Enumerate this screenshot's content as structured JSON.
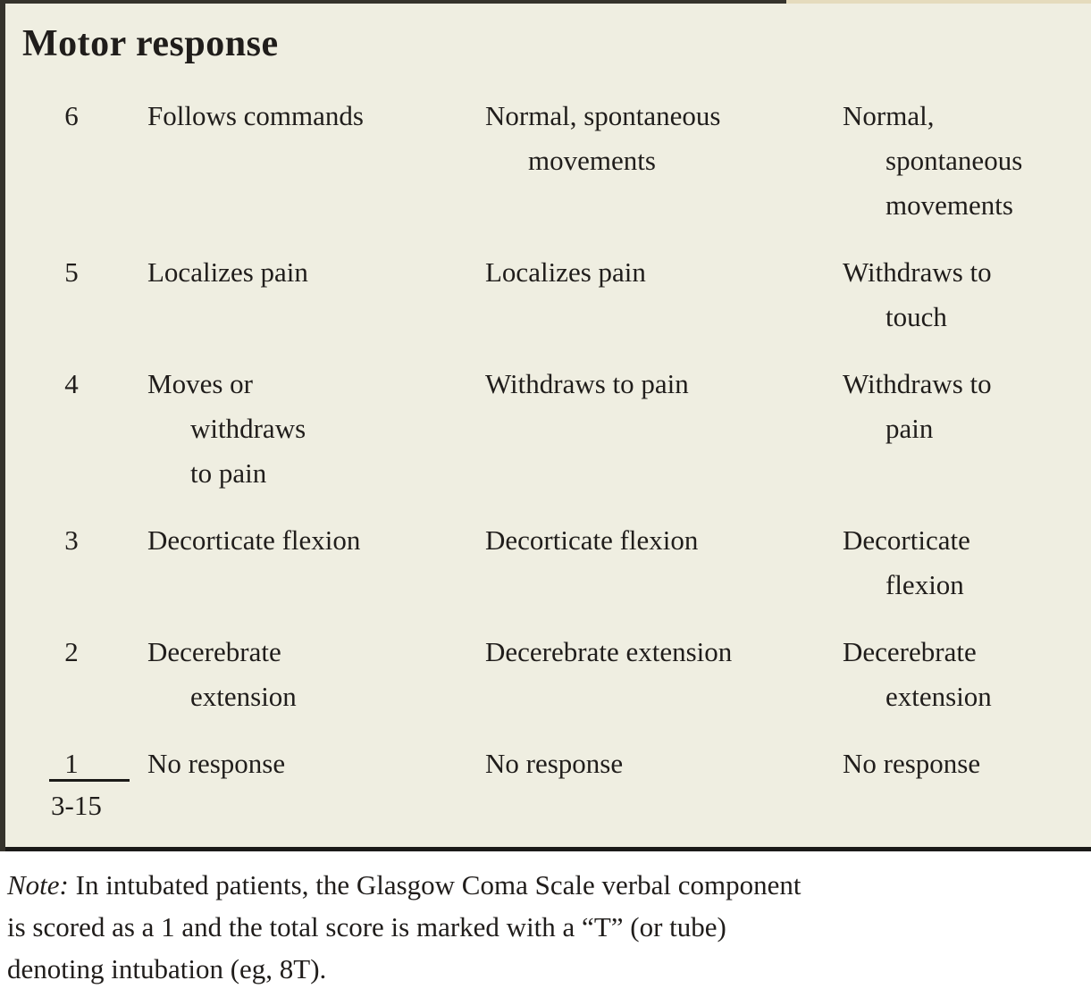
{
  "table": {
    "section_title": "Motor response",
    "rows": [
      {
        "score": "6",
        "col2": [
          "Follows commands"
        ],
        "col3": [
          "Normal, spontaneous",
          "movements"
        ],
        "col4": [
          "Normal,",
          "spontaneous",
          "movements"
        ]
      },
      {
        "score": "5",
        "col2": [
          "Localizes pain"
        ],
        "col3": [
          "Localizes pain"
        ],
        "col4": [
          "Withdraws to",
          "touch"
        ]
      },
      {
        "score": "4",
        "col2": [
          "Moves or",
          "withdraws",
          "to pain"
        ],
        "col3": [
          "Withdraws to pain"
        ],
        "col4": [
          "Withdraws to",
          "pain"
        ]
      },
      {
        "score": "3",
        "col2": [
          "Decorticate flexion"
        ],
        "col3": [
          "Decorticate flexion"
        ],
        "col4": [
          "Decorticate",
          "flexion"
        ]
      },
      {
        "score": "2",
        "col2": [
          "Decerebrate",
          "extension"
        ],
        "col3": [
          "Decerebrate extension"
        ],
        "col4": [
          "Decerebrate",
          "extension"
        ]
      },
      {
        "score": "1",
        "col2": [
          "No response"
        ],
        "col3": [
          "No response"
        ],
        "col4": [
          "No response"
        ]
      }
    ],
    "total_score_range": "3-15"
  },
  "note": {
    "label": "Note:",
    "line1": "In intubated patients, the Glasgow Coma Scale verbal component",
    "line2": "is scored as a 1 and the total score is marked with a “T” (or tube)",
    "line3": "denoting intubation (eg, 8T)."
  },
  "colors": {
    "table_background": "#efeee1",
    "note_background": "#ffffff",
    "text": "#201d1b",
    "rule": "#1b1a18",
    "edge_tan": "#e5dbbd",
    "edge_dark": "#35332c"
  }
}
